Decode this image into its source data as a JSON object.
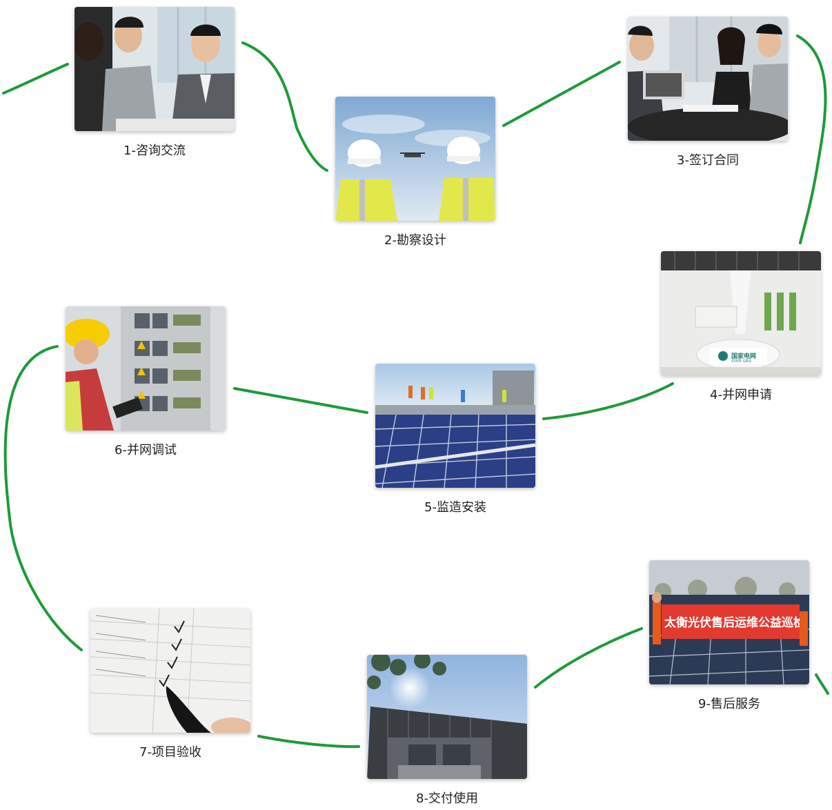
{
  "colors": {
    "line": "#1e9a3a",
    "label": "#222222"
  },
  "steps": [
    {
      "label": "1-咨询交流",
      "image": "business-meeting-photo"
    },
    {
      "label": "2-勘察设计",
      "image": "site-survey-drone-photo"
    },
    {
      "label": "3-签订合同",
      "image": "contract-signing-photo"
    },
    {
      "label": "4-并网申请",
      "image": "state-grid-hall-photo"
    },
    {
      "label": "5-监造安装",
      "image": "solar-panel-installation-photo"
    },
    {
      "label": "6-并网调试",
      "image": "electrical-cabinet-testing-photo"
    },
    {
      "label": "7-项目验收",
      "image": "inspection-checklist-photo"
    },
    {
      "label": "8-交付使用",
      "image": "rooftop-solar-house-photo"
    },
    {
      "label": "9-售后服务",
      "image": "after-sales-banner-photo"
    }
  ],
  "photo_text": {
    "grid_logo": "国家电网",
    "grid_logo_en": "STATE GRID",
    "banner": "太衡光伏售后运维公益巡检"
  }
}
